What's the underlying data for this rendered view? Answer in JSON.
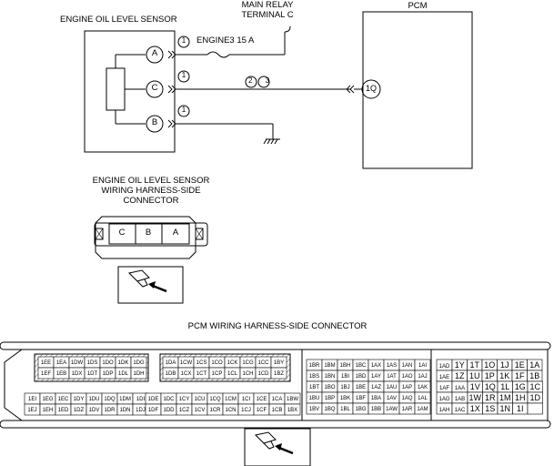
{
  "schematic": {
    "sensor_title": "ENGINE OIL LEVEL SENSOR",
    "relay_label_1": "MAIN RELAY",
    "relay_label_2": "TERMINAL C",
    "pcm_title": "PCM",
    "fuse_label": "ENGINE3 15 A",
    "terminal_a": "A",
    "terminal_b": "B",
    "terminal_c": "C",
    "pcm_terminal": "1Q",
    "circle_1": "1",
    "circles_23": "2 3"
  },
  "sensor_connector": {
    "title_1": "ENGINE OIL LEVEL SENSOR",
    "title_2": "WIRING HARNESS-SIDE",
    "title_3": "CONNECTOR",
    "pins": [
      "C",
      "B",
      "A"
    ]
  },
  "pcm_connector": {
    "title": "PCM WIRING HARNESS-SIDE CONNECTOR",
    "block1_row1": [
      "1EE",
      "1EA",
      "1DW",
      "1DS",
      "1DO",
      "1DK",
      "1DG"
    ],
    "block1_row2": [
      "1EF",
      "1EB",
      "1DX",
      "1DT",
      "1DP",
      "1DL",
      "1DH"
    ],
    "block1_row3": [
      "1EI",
      "1EG",
      "1EC",
      "1DY",
      "1DU",
      "1DQ",
      "1DM",
      "1DI"
    ],
    "block1_row4": [
      "1EJ",
      "1EH",
      "1ED",
      "1DZ",
      "1DV",
      "1DR",
      "1DN",
      "1DJ"
    ],
    "block2_row1": [
      "1DA",
      "1CW",
      "1CS",
      "1CO",
      "1CK",
      "1CG",
      "1CC",
      "1BY"
    ],
    "block2_row2": [
      "1DB",
      "1CX",
      "1CT",
      "1CP",
      "1CL",
      "1CH",
      "1CD",
      "1BZ"
    ],
    "block2_row3": [
      "1DE",
      "1DC",
      "1CY",
      "1CU",
      "1CQ",
      "1CM",
      "1CI",
      "1CE",
      "1CA",
      "1BW"
    ],
    "block2_row4": [
      "1DF",
      "1DD",
      "1CZ",
      "1CV",
      "1CR",
      "1CN",
      "1CJ",
      "1CF",
      "1CB",
      "1BX"
    ],
    "block3": [
      [
        "1BR",
        "1BM",
        "1BH",
        "1BC",
        "1AX",
        "1AS",
        "1AN",
        "1AI"
      ],
      [
        "1BS",
        "1BN",
        "1BI",
        "1BD",
        "1AY",
        "1AT",
        "1AO",
        "1AJ"
      ],
      [
        "1BT",
        "1BO",
        "1BJ",
        "1BE",
        "1AZ",
        "1AU",
        "1AP",
        "1AK"
      ],
      [
        "1BU",
        "1BP",
        "1BK",
        "1BF",
        "1BA",
        "1AV",
        "1AQ",
        "1AL"
      ],
      [
        "1BV",
        "1BQ",
        "1BL",
        "1BG",
        "1BB",
        "1AW",
        "1AR",
        "1AM"
      ]
    ],
    "block4": [
      [
        "1AD",
        "1Y",
        "1T",
        "1O",
        "1J",
        "1E",
        "1A"
      ],
      [
        "1AE",
        "1Z",
        "1U",
        "1P",
        "1K",
        "1F",
        "1B"
      ],
      [
        "1AF",
        "1AA",
        "1V",
        "1Q",
        "1L",
        "1G",
        "1C"
      ],
      [
        "1AG",
        "1AB",
        "1W",
        "1R",
        "1M",
        "1H",
        "1D"
      ],
      [
        "1AH",
        "1AC",
        "1X",
        "1S",
        "1N",
        "1I",
        ""
      ]
    ]
  }
}
